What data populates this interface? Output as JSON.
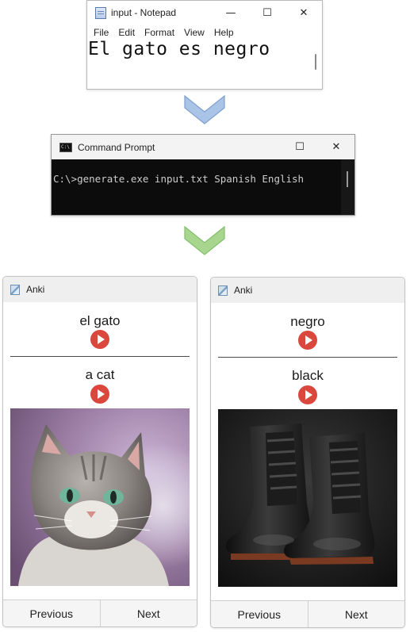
{
  "notepad": {
    "title": "input - Notepad",
    "menu": [
      "File",
      "Edit",
      "Format",
      "View",
      "Help"
    ],
    "content": "El gato es negro"
  },
  "cmd": {
    "title": "Command Prompt",
    "icon_text": "C:\\",
    "command": "C:\\>generate.exe input.txt Spanish English"
  },
  "window_controls": {
    "minimize": "—",
    "maximize": "☐",
    "close": "✕"
  },
  "arrows": {
    "blue": "#a9c4e6",
    "green": "#a9d68f"
  },
  "cards": [
    {
      "app_title": "Anki",
      "front": "el gato",
      "back": "a cat",
      "image": "cat-photo",
      "prev_label": "Previous",
      "next_label": "Next"
    },
    {
      "app_title": "Anki",
      "front": "negro",
      "back": "black",
      "image": "black-boots-photo",
      "prev_label": "Previous",
      "next_label": "Next"
    }
  ],
  "colors": {
    "play_button": "#d9473d",
    "terminal_bg": "#0c0c0c"
  }
}
